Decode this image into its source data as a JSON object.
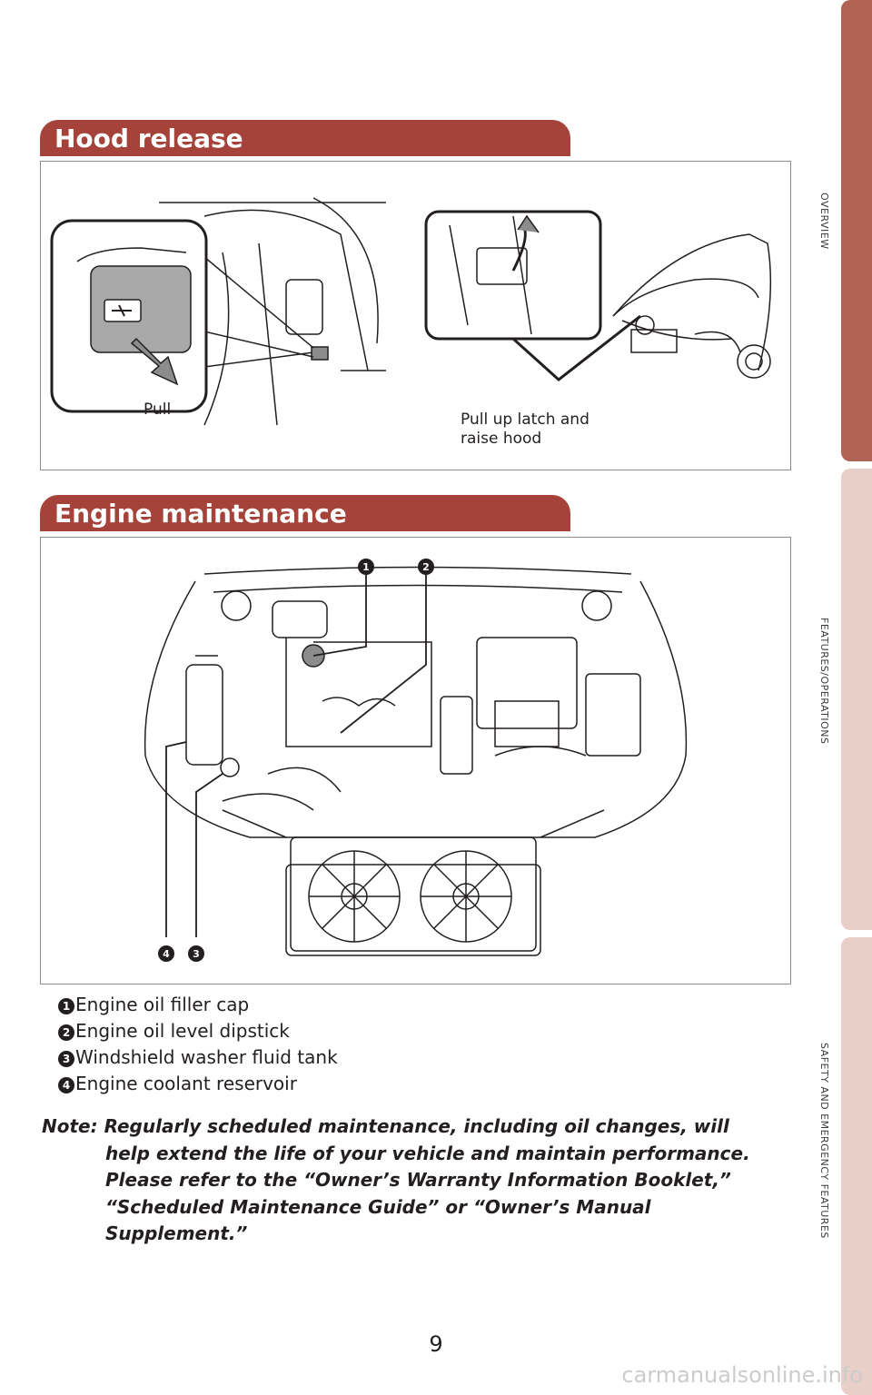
{
  "side_tabs": [
    {
      "label": "OVERVIEW",
      "color": "#b06352"
    },
    {
      "label": "FEATURES/OPERATIONS",
      "color": "#e8cfc8"
    },
    {
      "label": "SAFETY AND EMERGENCY FEATURES",
      "color": "#e8cfc8"
    }
  ],
  "hood_release": {
    "title": "Hood release",
    "pull_label": "Pull",
    "latch_caption_line1": "Pull up latch and",
    "latch_caption_line2": "raise hood"
  },
  "engine_maintenance": {
    "title": "Engine maintenance",
    "callouts": [
      "1",
      "2",
      "4",
      "3"
    ],
    "legend": [
      {
        "num": "1",
        "text": "Engine oil filler cap"
      },
      {
        "num": "2",
        "text": "Engine oil level dipstick"
      },
      {
        "num": "3",
        "text": "Windshield washer fluid tank"
      },
      {
        "num": "4",
        "text": "Engine coolant reservoir"
      }
    ]
  },
  "note": {
    "line1": "Note: Regularly scheduled maintenance, including oil changes, will",
    "line2": "help extend the life of your vehicle and maintain performance.",
    "line3": "Please refer to the “Owner’s Warranty Information Booklet,”",
    "line4": "“Scheduled Maintenance Guide” or “Owner’s Manual",
    "line5": "Supplement.”"
  },
  "page_number": "9",
  "watermark": "carmanualsonline.info",
  "colors": {
    "header": "#a5433b",
    "active_tab": "#b06352",
    "inactive_tab": "#e8cfc8"
  }
}
